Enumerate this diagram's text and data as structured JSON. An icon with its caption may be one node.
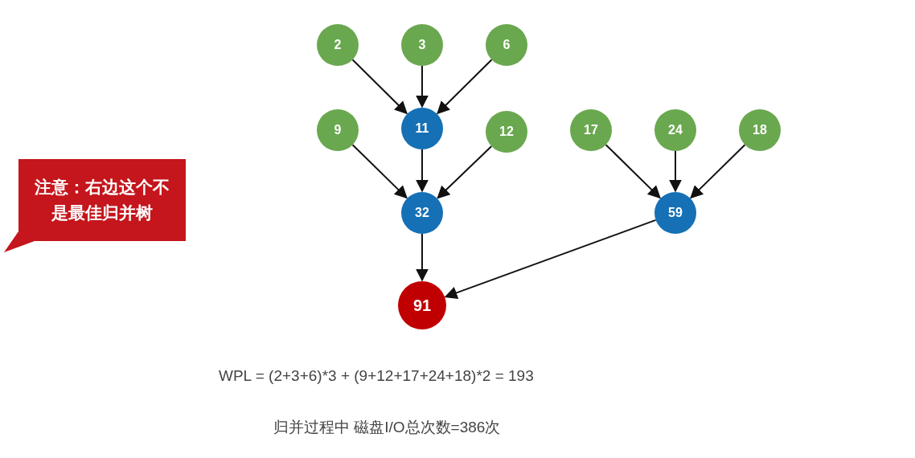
{
  "diagram": {
    "nodes": [
      {
        "text": [
          "注意：右边这个不是最佳归并树"
        ]
      },
      {
        "text": [
          "2"
        ]
      },
      {
        "text": [
          "3"
        ]
      },
      {
        "text": [
          "6"
        ]
      },
      {
        "text": [
          "9"
        ]
      },
      {
        "text": [
          "11"
        ]
      },
      {
        "text": [
          "12"
        ]
      },
      {
        "text": [
          "17"
        ]
      },
      {
        "text": [
          "24"
        ]
      },
      {
        "text": [
          "18"
        ]
      },
      {
        "text": [
          "32"
        ]
      },
      {
        "text": [
          "59"
        ]
      },
      {
        "text": [
          "91"
        ]
      }
    ],
    "edges": [
      {
        "from": 1,
        "to": 5,
        "arrow": "to"
      },
      {
        "from": 2,
        "to": 5,
        "arrow": "to"
      },
      {
        "from": 3,
        "to": 5,
        "arrow": "to"
      },
      {
        "from": 4,
        "to": 10,
        "arrow": "to"
      },
      {
        "from": 5,
        "to": 10,
        "arrow": "to"
      },
      {
        "from": 6,
        "to": 10,
        "arrow": "to"
      },
      {
        "from": 7,
        "to": 11,
        "arrow": "to"
      },
      {
        "from": 8,
        "to": 11,
        "arrow": "to"
      },
      {
        "from": 9,
        "to": 11,
        "arrow": "to"
      },
      {
        "from": 10,
        "to": 12,
        "arrow": "to"
      },
      {
        "from": 11,
        "to": 12,
        "arrow": "to"
      }
    ],
    "labels": [
      "WPL = (2+3+6)*3 + (9+12+17+24+18)*2 = 193",
      "归并过程中 磁盘I/O总次数=386次"
    ]
  }
}
